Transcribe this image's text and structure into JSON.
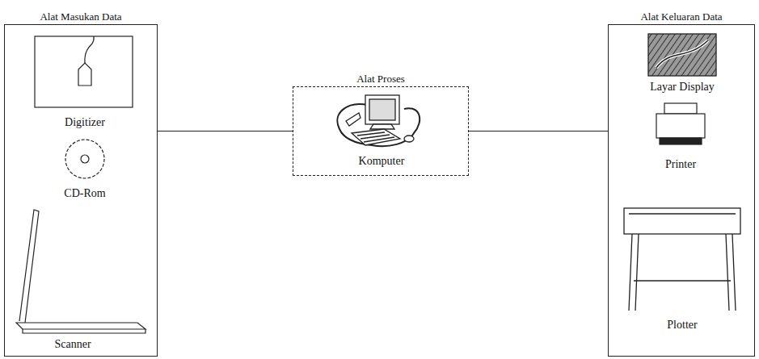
{
  "diagram": {
    "nodes": [
      {
        "text": [
          "Alat Masukan Data"
        ]
      },
      {
        "text": [
          "Digitizer"
        ],
        "in": 0
      },
      {
        "text": [
          "CD-Rom"
        ],
        "in": 0
      },
      {
        "text": [
          "Scanner"
        ],
        "in": 0
      },
      {
        "text": [
          "Alat Proses"
        ]
      },
      {
        "text": [
          "Komputer"
        ],
        "in": 4
      },
      {
        "text": [
          "Alat Keluaran Data"
        ]
      },
      {
        "text": [
          "Layar Display"
        ],
        "in": 6
      },
      {
        "text": [
          "Printer"
        ],
        "in": 6
      },
      {
        "text": [
          "Plotter"
        ],
        "in": 6
      }
    ],
    "edges": [
      {
        "from": 0,
        "to": 4,
        "arrow": "none"
      },
      {
        "from": 4,
        "to": 6,
        "arrow": "none"
      }
    ]
  }
}
